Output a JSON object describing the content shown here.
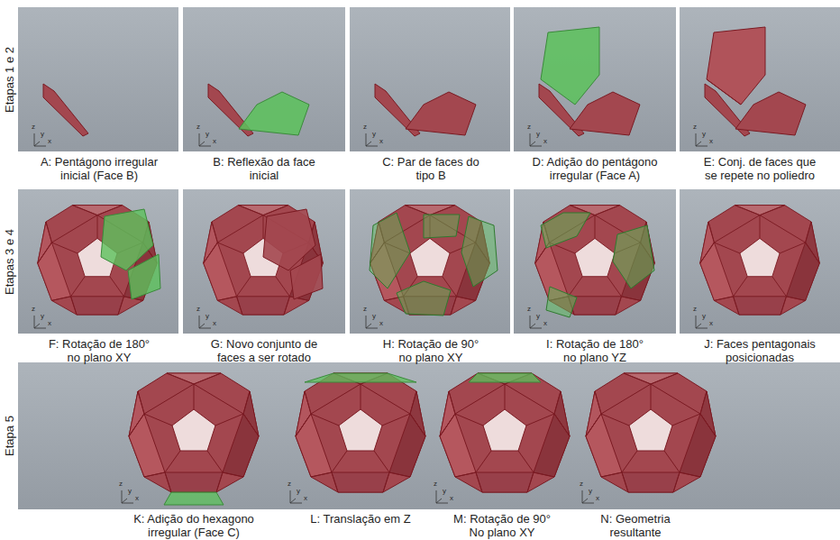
{
  "diagram": {
    "labels": [
      "Etapas 1 e 2",
      "A: Pentágono irregular inicial (Face B)",
      "B: Reflexão da face inicial",
      "C: Par de faces do tipo B",
      "D: Adição do pentágono irregular (Face A)",
      "E: Conj. de faces que se repete no poliedro",
      "Etapas 3 e 4",
      "F: Rotação de 180° no plano XY",
      "G: Novo conjunto de faces a ser rotado",
      "H: Rotação de 90° no plano XY",
      "I: Rotação de 180° no plano YZ",
      "J: Faces pentagonais posicionadas",
      "Etapa 5",
      "K: Adição do hexagono irregular (Face C)",
      "L: Translação em Z",
      "M: Rotação de 90° No plano XY",
      "N: Geometria resultante",
      "z",
      "y",
      "x",
      "z",
      "y",
      "x",
      "z",
      "y",
      "x",
      "z",
      "y",
      "x",
      "z",
      "y",
      "x",
      "z",
      "y",
      "x",
      "z",
      "y",
      "x",
      "z",
      "y",
      "x",
      "z",
      "y",
      "x",
      "z",
      "y",
      "x",
      "z",
      "y",
      "x",
      "z",
      "y",
      "x",
      "z",
      "y",
      "x",
      "z",
      "y",
      "x"
    ]
  }
}
